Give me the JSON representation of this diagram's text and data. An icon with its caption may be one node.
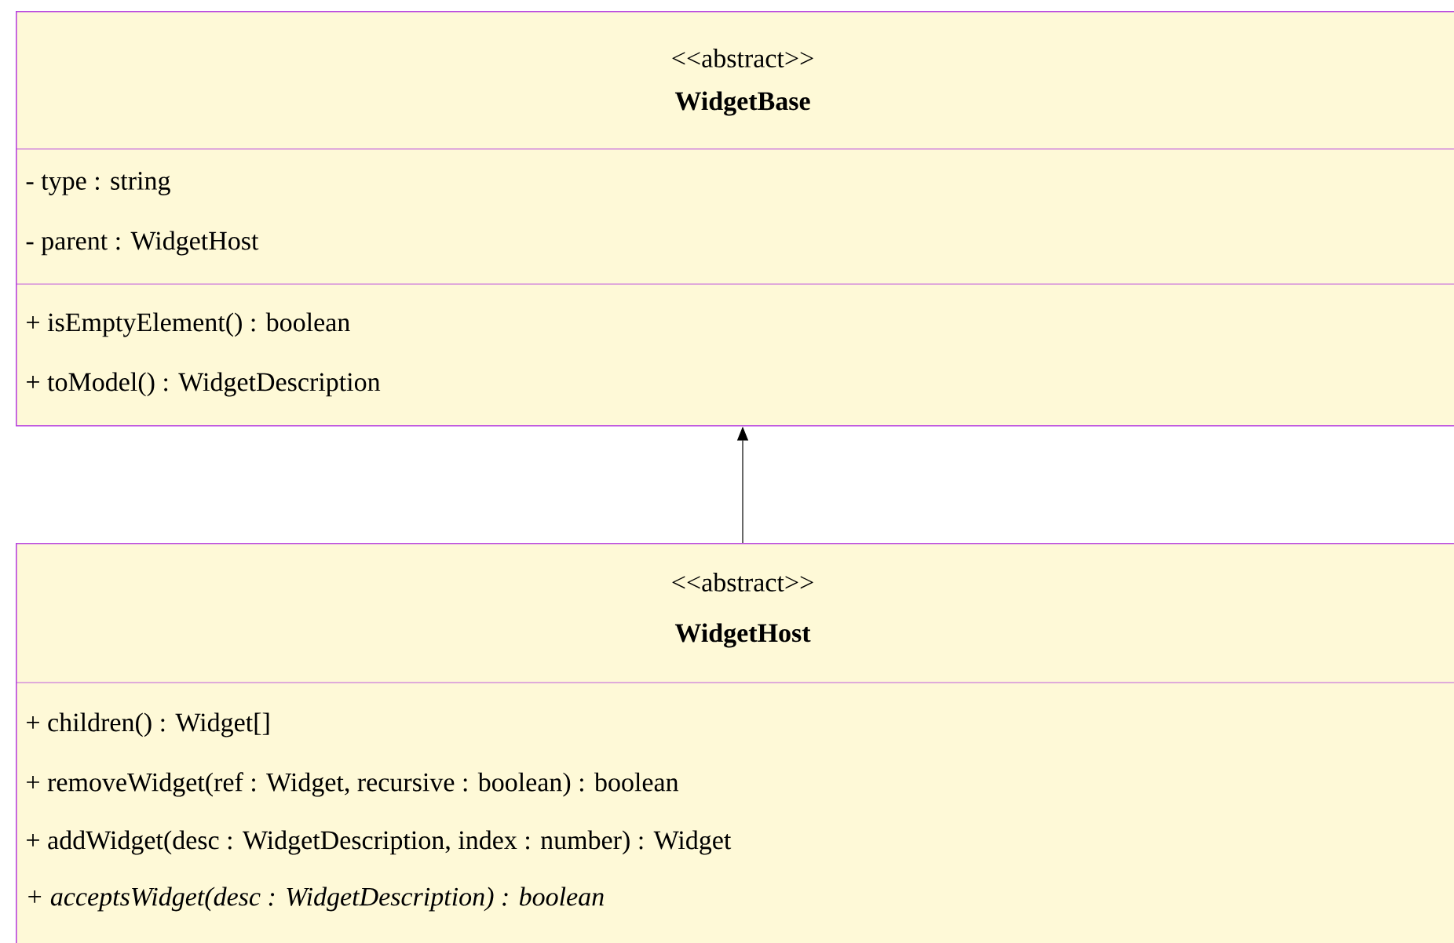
{
  "diagram": {
    "nodes": [
      {
        "text": [
          "<<abstract>>",
          "WidgetBase",
          "- type : string",
          "- parent : WidgetHost",
          "+ isEmptyElement() : boolean",
          "+ toModel() : WidgetDescription"
        ]
      },
      {
        "text": [
          "<<abstract>>",
          "WidgetHost",
          "+ children() : Widget[]",
          "+ removeWidget(ref : Widget, recursive : boolean) : boolean",
          "+ addWidget(desc : WidgetDescription, index : number) : Widget",
          "+ acceptsWidget(desc : WidgetDescription) : boolean"
        ]
      }
    ],
    "edges": [
      {
        "from": 1,
        "to": 0,
        "arrow": "to"
      }
    ]
  }
}
